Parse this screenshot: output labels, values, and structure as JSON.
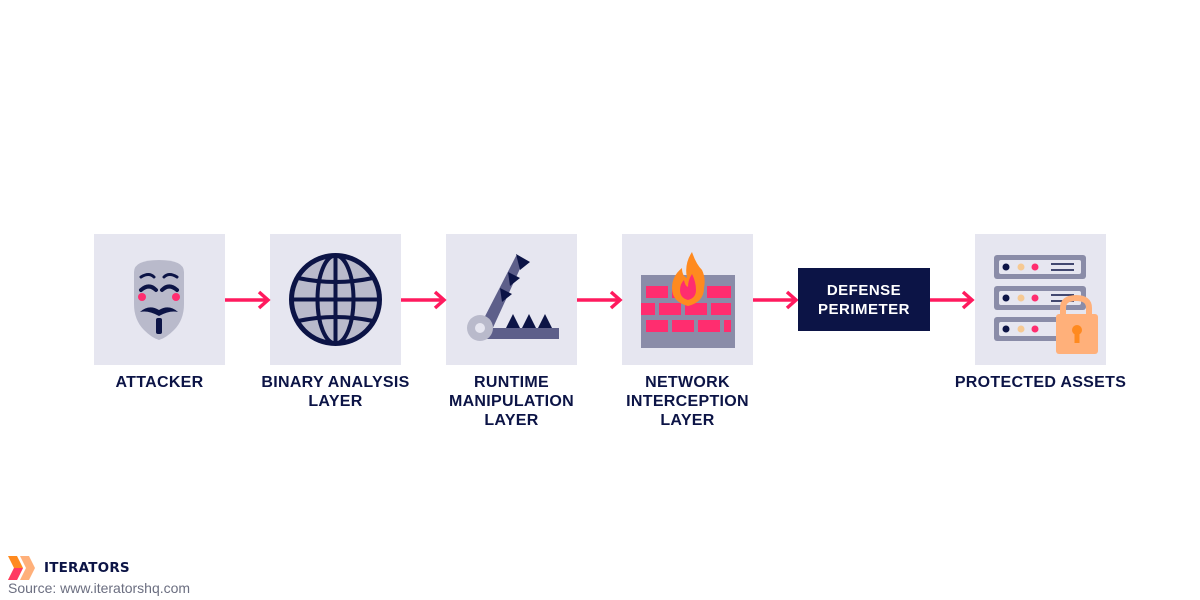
{
  "colors": {
    "navy": "#0c1446",
    "tile_bg": "#e6e6f0",
    "arrow": "#ff1a5e",
    "brick": "#ff2d6f",
    "flame": "#ff8a1f",
    "lock": "#ffb07a",
    "server": "#8a8ca8"
  },
  "nodes": [
    {
      "label": "ATTACKER",
      "icon": "mask-icon"
    },
    {
      "label": "BINARY ANALYSIS\nLAYER",
      "icon": "globe-icon"
    },
    {
      "label": "RUNTIME\nMANIPULATION\nLAYER",
      "icon": "trap-icon"
    },
    {
      "label": "NETWORK\nINTERCEPTION\nLAYER",
      "icon": "firewall-icon"
    },
    {
      "label": "PROTECTED ASSETS",
      "icon": "server-lock-icon"
    }
  ],
  "defense_perimeter": {
    "label": "DEFENSE\nPERIMETER"
  },
  "footer": {
    "brand": "ITERATORS",
    "brand_icon": "iterators-logo-icon",
    "source": "Source: www.iteratorshq.com"
  }
}
